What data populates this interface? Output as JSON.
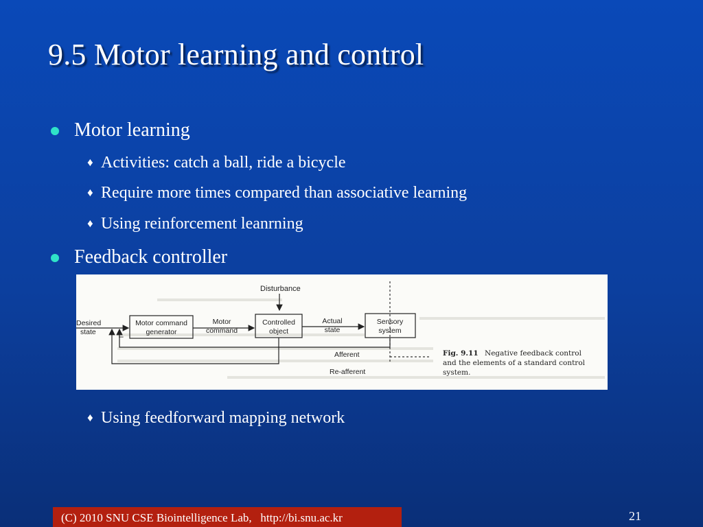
{
  "slide": {
    "title": "9.5 Motor learning and control",
    "items": [
      {
        "label": "Motor learning",
        "subitems": [
          "Activities: catch a ball, ride a bicycle",
          "Require more times compared than associative learning",
          "Using reinforcement leanrning"
        ]
      },
      {
        "label": "Feedback controller",
        "subitems": [
          "Using feedforward mapping network"
        ]
      }
    ],
    "figure": {
      "labels": {
        "disturbance": "Disturbance",
        "desired": "Desired",
        "state": "state",
        "minus": "–",
        "generator_1": "Motor command",
        "generator_2": "generator",
        "motor": "Motor",
        "command": "command",
        "controlled": "Controlled",
        "object": "object",
        "actual": "Actual",
        "actual_state": "state",
        "sensory": "Sensory",
        "system": "system",
        "afferent": "Afferent",
        "reafferent": "Re-afferent"
      },
      "caption_fig": "Fig. 9.11",
      "caption_lines": [
        "Negative feedback control",
        "and the elements of a standard control",
        "system."
      ]
    },
    "footer": "(C) 2010 SNU CSE Biointelligence Lab,   http://bi.snu.ac.kr",
    "page_number": "21"
  },
  "colors": {
    "background_top": "#0a49b8",
    "background_bottom": "#0a2f78",
    "bullet": "#2fe3c8",
    "footer_box": "#b3200f"
  }
}
